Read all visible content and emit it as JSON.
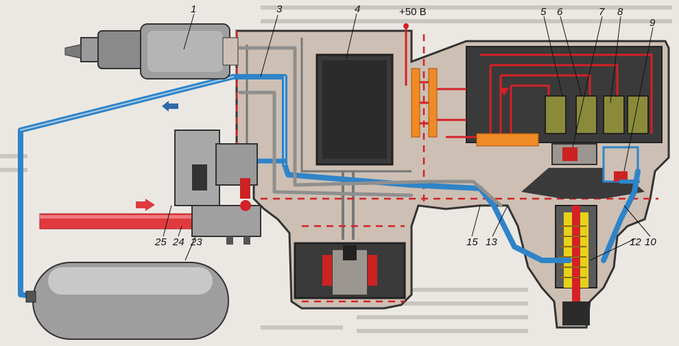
{
  "voltage_label": "+50 В",
  "callouts": {
    "n1": "1",
    "n3": "3",
    "n4": "4",
    "n5": "5",
    "n6": "6",
    "n7": "7",
    "n8": "8",
    "n9": "9",
    "n10": "10",
    "n12": "12",
    "n13": "13",
    "n15": "15",
    "n23": "23",
    "n24": "24",
    "n25": "25"
  },
  "colors": {
    "body": "#cdbfb3",
    "body_outline": "#333333",
    "air_line": "#2f84c8",
    "electric_line": "#d42127",
    "coil": "#8a8a3a",
    "insulator": "#e6d21a",
    "chamber": "#3a3a3a"
  },
  "icons": [
    "arrow-left-icon",
    "arrow-right-icon"
  ]
}
